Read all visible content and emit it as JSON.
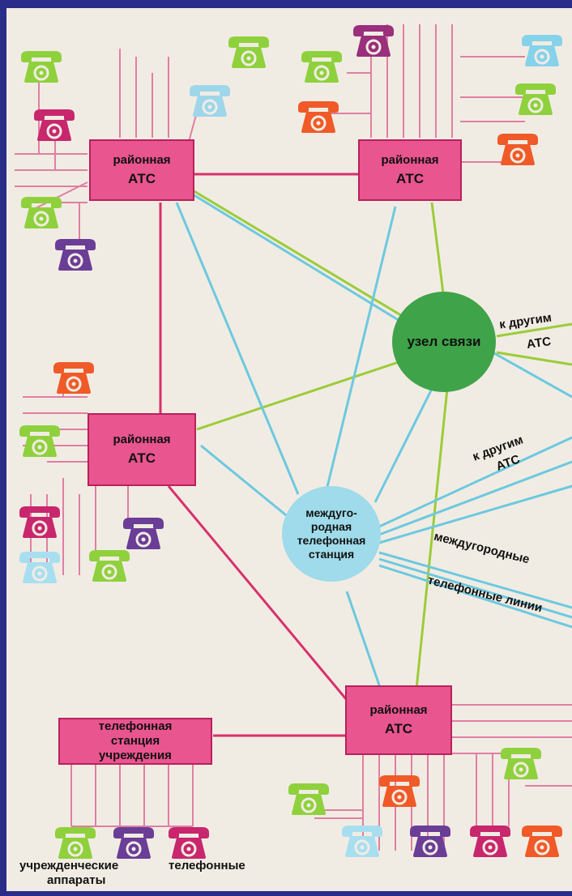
{
  "colors": {
    "frame": "#2a2c8a",
    "paper": "#f1ece3",
    "box_fill": "#e8558f",
    "node_green": "#3fa34a",
    "node_blue": "#9fdbea",
    "line_red": "#d8306e",
    "line_green": "#9ccc3a",
    "line_blue": "#6cc9e0"
  },
  "nodes": {
    "ats_top_left": {
      "line1": "районная",
      "line2": "АТС"
    },
    "ats_top_right": {
      "line1": "районная",
      "line2": "АТС"
    },
    "ats_middle_left": {
      "line1": "районная",
      "line2": "АТС"
    },
    "ats_bottom_right": {
      "line1": "районная",
      "line2": "АТС"
    },
    "hub": {
      "label": "узел связи"
    },
    "intercity": {
      "line1": "междуго-",
      "line2": "родная",
      "line3": "телефонная",
      "line4": "станция"
    },
    "institution": {
      "line1": "телефонная",
      "line2": "станция",
      "line3": "учреждения"
    }
  },
  "labels": {
    "to_others_1_a": "к другим",
    "to_others_1_b": "АТС",
    "to_others_2_a": "к другим",
    "to_others_2_b": "АТС",
    "intercity_lines_a": "междугородные",
    "intercity_lines_b": "телефонные линии",
    "bottom_caption_a": "учрежденческие",
    "bottom_caption_b": "аппараты",
    "bottom_caption_c": "телефонные"
  },
  "phones": [
    {
      "id": "tl-1",
      "color": "#8fd13d",
      "icon": "telephone-icon"
    },
    {
      "id": "tl-2",
      "color": "#8fd13d",
      "icon": "telephone-icon"
    },
    {
      "id": "tl-3",
      "color": "#c8266d",
      "icon": "telephone-icon"
    },
    {
      "id": "tl-4",
      "color": "#9ed6ea",
      "icon": "telephone-icon"
    },
    {
      "id": "tl-5",
      "color": "#8fd13d",
      "icon": "telephone-icon"
    },
    {
      "id": "tl-6",
      "color": "#6a3d96",
      "icon": "telephone-icon"
    },
    {
      "id": "tr-1",
      "color": "#9a2f7c",
      "icon": "telephone-icon"
    },
    {
      "id": "tr-2",
      "color": "#8fd13d",
      "icon": "telephone-icon"
    },
    {
      "id": "tr-3",
      "color": "#f05a28",
      "icon": "telephone-icon"
    },
    {
      "id": "tr-4",
      "color": "#86d2ea",
      "icon": "telephone-icon"
    },
    {
      "id": "tr-5",
      "color": "#8fd13d",
      "icon": "telephone-icon"
    },
    {
      "id": "tr-6",
      "color": "#f05a28",
      "icon": "telephone-icon"
    },
    {
      "id": "ml-1",
      "color": "#f05a28",
      "icon": "telephone-icon"
    },
    {
      "id": "ml-2",
      "color": "#8fd13d",
      "icon": "telephone-icon"
    },
    {
      "id": "ml-3",
      "color": "#c8266d",
      "icon": "telephone-icon"
    },
    {
      "id": "ml-4",
      "color": "#6a3d96",
      "icon": "telephone-icon"
    },
    {
      "id": "ml-5",
      "color": "#a8dff0",
      "icon": "telephone-icon"
    },
    {
      "id": "ml-6",
      "color": "#8fd13d",
      "icon": "telephone-icon"
    },
    {
      "id": "br-1",
      "color": "#8fd13d",
      "icon": "telephone-icon"
    },
    {
      "id": "br-2",
      "color": "#8fd13d",
      "icon": "telephone-icon"
    },
    {
      "id": "br-3",
      "color": "#f05a28",
      "icon": "telephone-icon"
    },
    {
      "id": "br-4",
      "color": "#a8dff0",
      "icon": "telephone-icon"
    },
    {
      "id": "br-5",
      "color": "#6a3d96",
      "icon": "telephone-icon"
    },
    {
      "id": "br-6",
      "color": "#c8266d",
      "icon": "telephone-icon"
    },
    {
      "id": "br-7",
      "color": "#f05a28",
      "icon": "telephone-icon"
    },
    {
      "id": "inst-1",
      "color": "#8fd13d",
      "icon": "telephone-icon"
    },
    {
      "id": "inst-2",
      "color": "#6a3d96",
      "icon": "telephone-icon"
    },
    {
      "id": "inst-3",
      "color": "#c8266d",
      "icon": "telephone-icon"
    }
  ]
}
